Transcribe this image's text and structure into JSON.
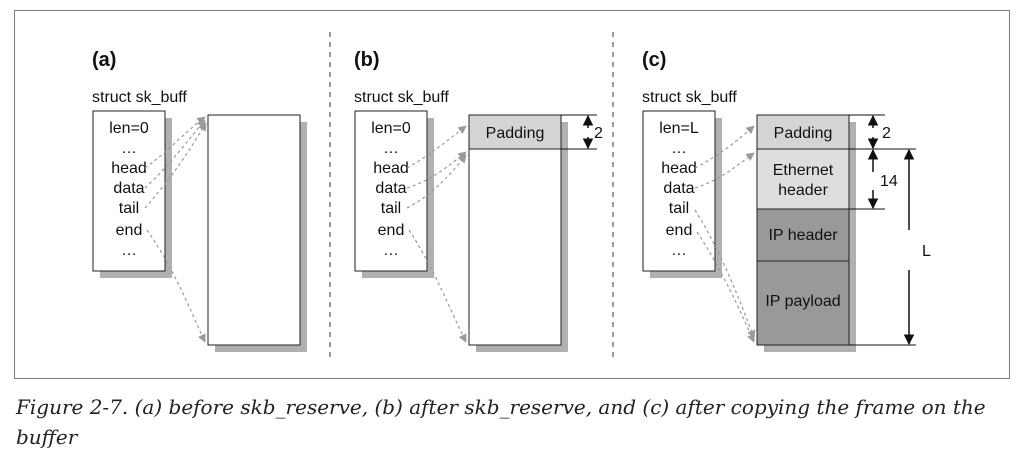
{
  "panels": {
    "a": {
      "label": "(a)",
      "struct_title": "struct sk_buff",
      "fields": [
        "len=0",
        "…",
        "head",
        "data",
        "tail",
        "end",
        "…"
      ]
    },
    "b": {
      "label": "(b)",
      "struct_title": "struct sk_buff",
      "fields": [
        "len=0",
        "…",
        "head",
        "data",
        "tail",
        "end",
        "…"
      ],
      "padding_label": "Padding",
      "padding_size": "2"
    },
    "c": {
      "label": "(c)",
      "struct_title": "struct sk_buff",
      "fields": [
        "len=L",
        "…",
        "head",
        "data",
        "tail",
        "end",
        "…"
      ],
      "padding_label": "Padding",
      "padding_size": "2",
      "ethernet_line1": "Ethernet",
      "ethernet_line2": "header",
      "ethernet_size": "14",
      "ip_header_label": "IP header",
      "ip_payload_label": "IP payload",
      "total_label": "L"
    }
  },
  "caption": "Figure 2-7. (a) before skb_reserve, (b) after skb_reserve, and (c) after copying the frame on the buffer",
  "colors": {
    "padding_fill": "#d4d4d4",
    "ethernet_fill": "#dedede",
    "ip_fill": "#999999",
    "shadow": "#b0b0b0",
    "pointer": "#9a9a9a"
  }
}
